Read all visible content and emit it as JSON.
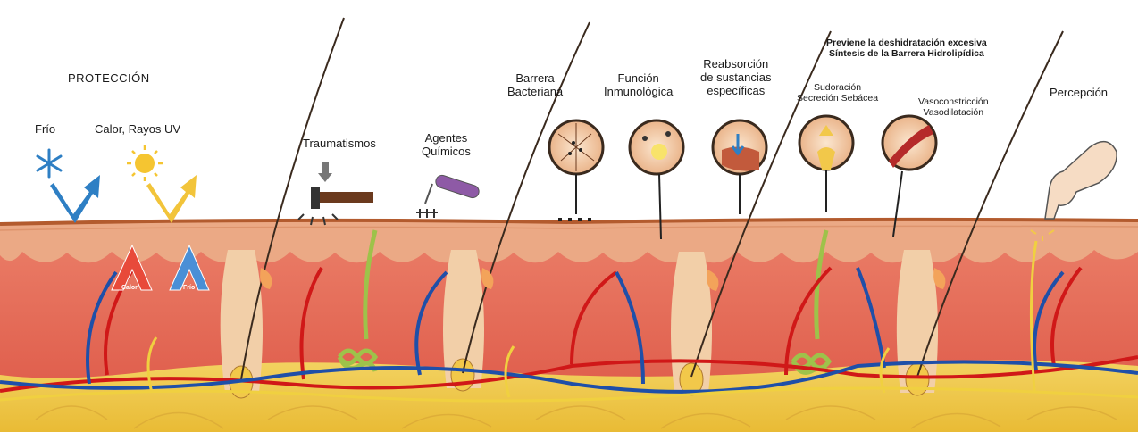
{
  "labels": {
    "protection": "PROTECCIÓN",
    "cold": "Frío",
    "heat": "Calor, Rayos UV",
    "trauma": "Traumatismos",
    "chemicals_1": "Agentes",
    "chemicals_2": "Químicos",
    "bacterial_1": "Barrera",
    "bacterial_2": "Bacteriana",
    "immune_1": "Función",
    "immune_2": "Inmunológica",
    "reabsorption_1": "Reabsorción",
    "reabsorption_2": "de sustancias",
    "reabsorption_3": "específicas",
    "dehydration_1": "Previene la deshidratación excesiva",
    "dehydration_2": "Síntesis de la Barrera Hidrolipídica",
    "sweat_1": "Sudoración",
    "sweat_2": "Secreción Sebácea",
    "vaso_1": "Vasoconstricción",
    "vaso_2": "Vasodilatación",
    "perception": "Percepción"
  },
  "small_tags": {
    "left": "Calor",
    "right": "Frío"
  },
  "colors": {
    "epidermis": "#e9a783",
    "stratum_line": "#b35b2e",
    "dermis": "#e5735f",
    "hypodermis": "#f1c84a",
    "artery": "#d01818",
    "vein": "#1f4fa8",
    "nerve": "#f0d040",
    "hair": "#3a2a1e",
    "follicle": "#f2cfa8",
    "arrow_blue": "#2e7fc4",
    "arrow_yellow": "#f2c43a"
  },
  "icons": [
    "snowflake-icon",
    "sun-icon",
    "hammer-icon",
    "test-tube-icon",
    "magnifier-circle-icon",
    "pointing-hand-icon"
  ]
}
